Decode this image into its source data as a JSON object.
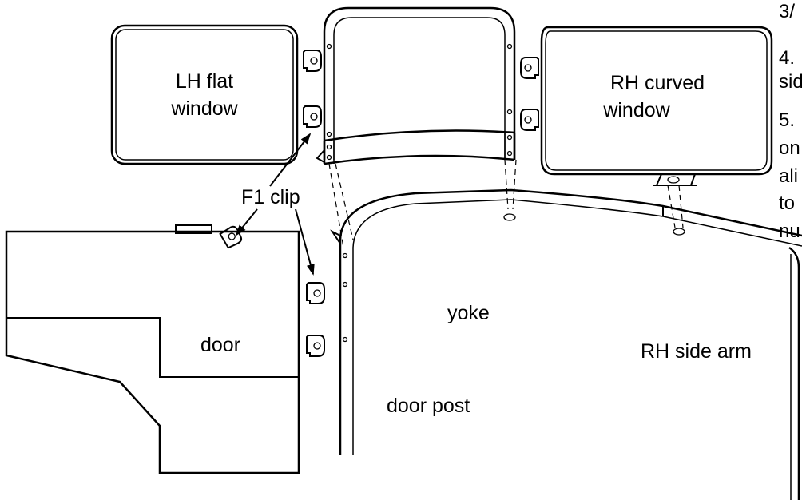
{
  "labels": {
    "lh_window_line1": "LH flat",
    "lh_window_line2": "window",
    "rh_window_line1": "RH curved",
    "rh_window_line2": "window",
    "clip": "F1 clip",
    "door": "door",
    "yoke": "yoke",
    "rh_side_arm": "RH side arm",
    "door_post": "door post"
  },
  "notes": {
    "step3": "3/",
    "step4_line1": "4.",
    "step4_line2": "sid",
    "step5_line1": "5.",
    "step5_line2": "on",
    "step5_line3": "ali",
    "step5_line4": "to",
    "step5_line5": "nu"
  }
}
